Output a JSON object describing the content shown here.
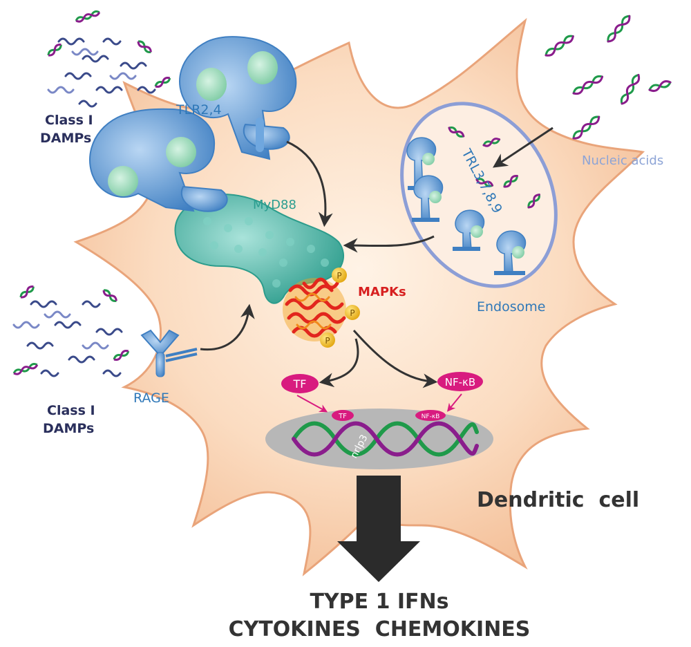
{
  "labels": {
    "class_damps_top_line1": "Class I",
    "class_damps_top_line2": "DAMPs",
    "tlr24": "TLR2,4",
    "myd88": "MyD88",
    "trl": "TRL3,7,8,9",
    "nucleic_acids": "Nucleic acids",
    "endosome": "Endosome",
    "mapks": "MAPKs",
    "phospho": "P",
    "tf": "TF",
    "nfkb": "NF-κB",
    "nlrp3": "nrlp3",
    "rage": "RAGE",
    "class_damps_bottom_line1": "Class I",
    "class_damps_bottom_line2": "DAMPs",
    "dendritic_cell": "Dendritic  cell",
    "output_line1": "TYPE 1 IFNs",
    "output_line2": "CYTOKINES  CHEMOKINES"
  },
  "colors": {
    "cell_fill": "#fbd9bd",
    "cell_stroke": "#e9a47a",
    "receptor": "#4f8fd0",
    "myd88": "#3fb3a5",
    "mapk": "#e2261d",
    "phospho": "#f2c21b",
    "dna_green": "#1f9a4a",
    "dna_purple": "#8a1d8c",
    "endosome_stroke": "#8c9ed6",
    "nucleus": "#b7b7b7",
    "tf": "#d81b7f",
    "arrow": "#333333"
  }
}
